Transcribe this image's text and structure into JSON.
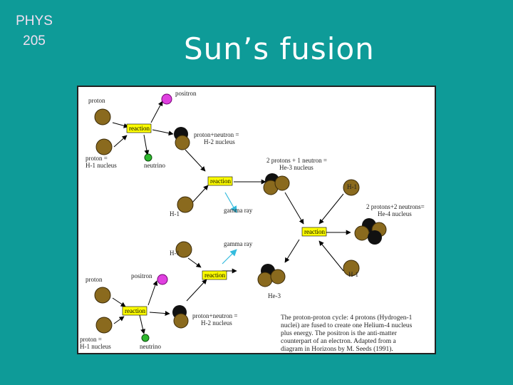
{
  "header": {
    "course_line1": "PHYS",
    "course_line2": "205",
    "title": "Sun’s fusion"
  },
  "diagram": {
    "labels": {
      "proton_top": "proton",
      "positron_top": "positron",
      "reaction_1": "reaction",
      "h2_top_l1": "proton+neutron =",
      "h2_top_l2": "H-2 nucleus",
      "proton_h1_l1": "proton =",
      "proton_h1_l2": "H-1 nucleus",
      "neutrino_top": "neutrino",
      "he3_top_l1": "2 protons + 1 neutron =",
      "he3_top_l2": "He-3 nucleus",
      "reaction_2": "reaction",
      "h1_right_top": "H-1",
      "he4_l1": "2 protons+2 neutrons=",
      "he4_l2": "He-4 nucleus",
      "h1_left_mid": "H-1",
      "gamma_1": "gamma ray",
      "reaction_3": "reaction",
      "gamma_2": "gamma ray",
      "h1_left_low": "H-1",
      "reaction_4": "reaction",
      "h1_right_low": "H-1",
      "proton_bottom": "proton",
      "positron_bottom": "positron",
      "he3_bottom": "He-3",
      "reaction_5": "reaction",
      "h2_bottom_l1": "proton+neutron =",
      "h2_bottom_l2": "H-2 nucleus",
      "proton_h1_bottom_l1": "proton =",
      "proton_h1_bottom_l2": "H-1 nucleus",
      "neutrino_bottom": "neutrino"
    },
    "caption": {
      "line1": "The proton-proton cycle: 4 protons (Hydrogen-1",
      "line2": "nuclei) are fused to create one Helium-4 nucleus",
      "line3": "plus energy. The positron is the anti-matter",
      "line4": "counterpart of an electron. Adapted from a",
      "line5": "diagram in Horizons by M. Seeds (1991)."
    },
    "colors": {
      "proton": "#8a6a1e",
      "neutron": "#111111",
      "positron": "#e040e0",
      "neutrino": "#2eb82e",
      "gamma": "#33bbdd",
      "reaction_box": "#ffff00"
    }
  }
}
